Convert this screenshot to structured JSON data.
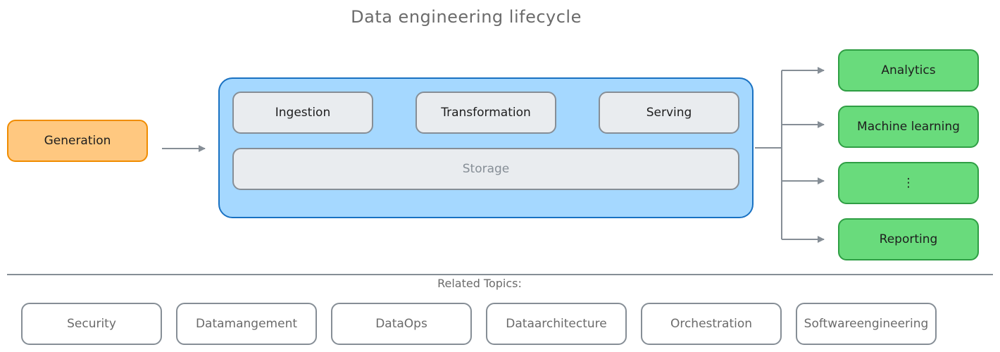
{
  "title": "Data engineering lifecycle",
  "source": {
    "label": "Generation"
  },
  "stages": [
    {
      "label": "Ingestion"
    },
    {
      "label": "Transformation"
    },
    {
      "label": "Serving"
    }
  ],
  "storage": {
    "label": "Storage"
  },
  "outputs": [
    {
      "label": "Analytics"
    },
    {
      "label": "Machine learning"
    },
    {
      "label": "⋮"
    },
    {
      "label": "Reporting"
    }
  ],
  "related": {
    "heading": "Related Topics:",
    "topics": [
      {
        "label": "Security"
      },
      {
        "label": "Datamangement"
      },
      {
        "label": "DataOps"
      },
      {
        "label": "Dataarchitecture"
      },
      {
        "label": "Orchestration"
      },
      {
        "label": "Softwareengineering"
      }
    ]
  },
  "colors": {
    "generation_fill": "#ffc880",
    "generation_stroke": "#f08c00",
    "container_fill": "#a5d8ff",
    "container_stroke": "#1971c2",
    "stage_fill": "#e9ecef",
    "output_fill": "#69db7c",
    "output_stroke": "#2f9e44",
    "connector": "#868e96"
  }
}
